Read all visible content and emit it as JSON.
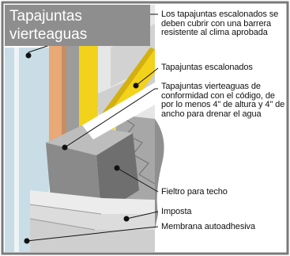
{
  "title": {
    "line1": "Tapajuntas",
    "line2": "vierteaguas"
  },
  "labels": {
    "note": "Los tapajuntas escalonados se deben cubrir con una barrera resistente al clima aprobada",
    "step_flashing": "Tapajuntas escalonados",
    "kickout_flashing": "Tapajuntas vierteaguas de conformidad con el código, de por lo menos 4\" de altura y 4\" de ancho para drenar el agua",
    "roofing_felt": "Fieltro para techo",
    "sill": "Imposta",
    "membrane": "Membrana autoadhesiva"
  },
  "colors": {
    "frame": "#7a7a7a",
    "title_bg": "#8e8e8e",
    "wall_blue": "#c9dde6",
    "trim_orange": "#e8a878",
    "flashing_yellow": "#f3d21b",
    "flashing_grey": "#8a8a8a",
    "felt_grey": "#a7a7a7",
    "shingle_light": "#dcdcdc",
    "leader_line": "#111111"
  }
}
